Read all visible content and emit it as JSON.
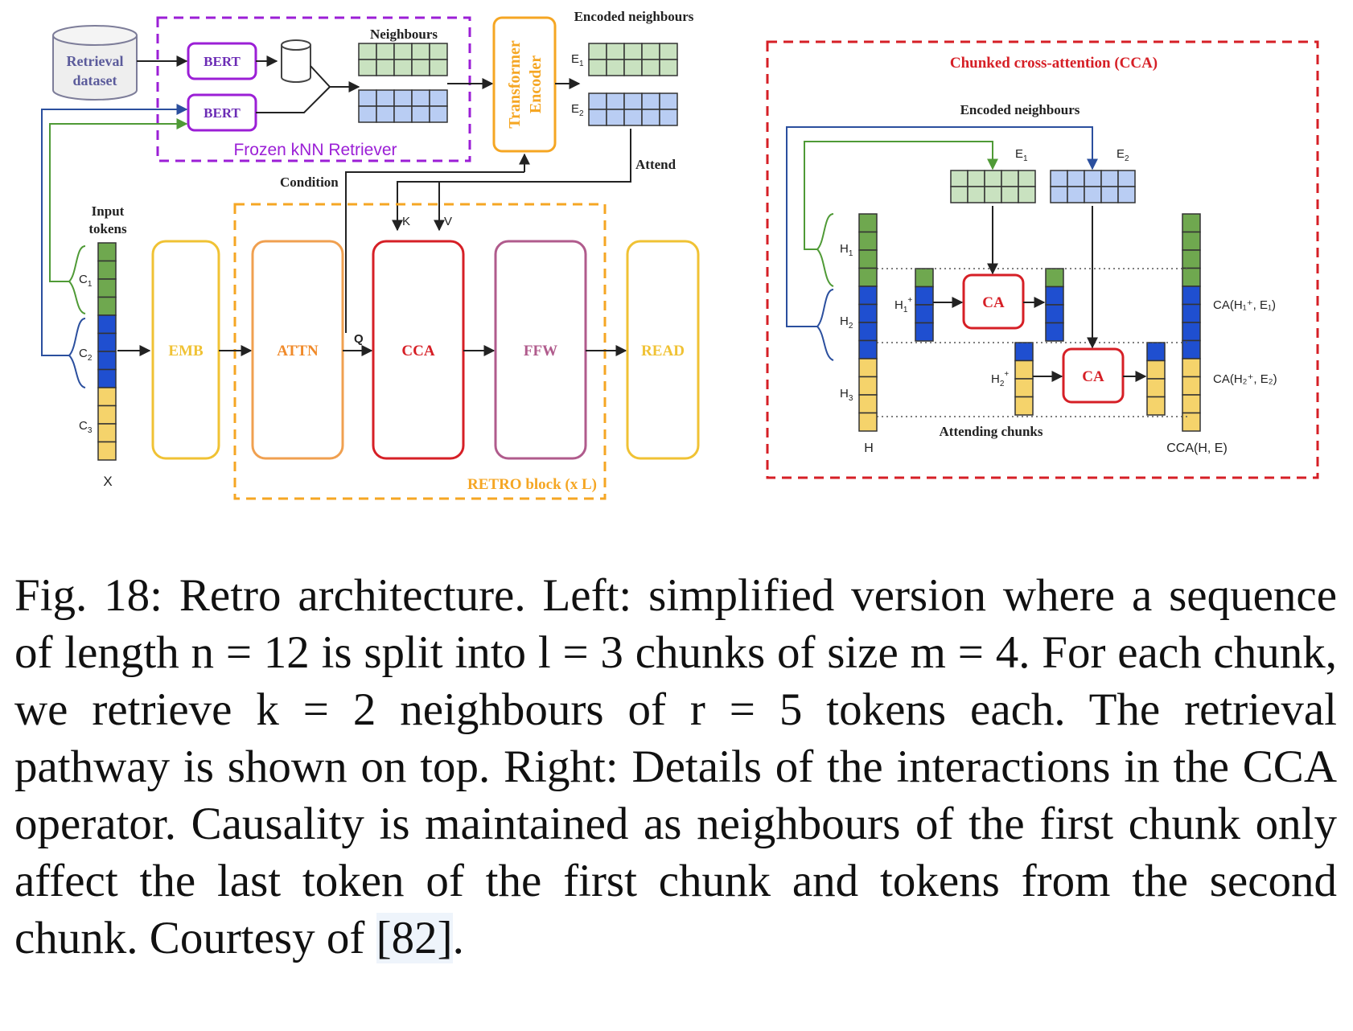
{
  "colors": {
    "green": "#6fa84f",
    "green_light": "#c9e2c0",
    "blue": "#1f4fd0",
    "blue_light": "#b9cdf3",
    "yellow": "#f5d36b",
    "purple": "#9b1fd6",
    "purple_text": "#6b2bb5",
    "orange": "#f5a623",
    "orange_text": "#e8901a",
    "red": "#d61f26",
    "yellow_box": "#f0c234",
    "mauve": "#b05b8c"
  },
  "left": {
    "retrieval_dataset": [
      "Retrieval",
      "dataset"
    ],
    "bert_top": "BERT",
    "bert_bottom": "BERT",
    "frozen_knn": "Frozen kNN Retriever",
    "neighbours": "Neighbours",
    "transformer_encoder": [
      "Transformer",
      "Encoder"
    ],
    "encoded_neighbours": "Encoded neighbours",
    "e1": "E",
    "e1_sub": "1",
    "e2": "E",
    "e2_sub": "2",
    "attend": "Attend",
    "condition": "Condition",
    "input_tokens": [
      "Input",
      "tokens"
    ],
    "c1": "C",
    "c1_sub": "1",
    "c2": "C",
    "c2_sub": "2",
    "c3": "C",
    "c3_sub": "3",
    "x": "X",
    "k": "K",
    "v": "V",
    "q": "Q",
    "emb": "EMB",
    "attn": "ATTN",
    "cca": "CCA",
    "ffw": "FFW",
    "read": "READ",
    "retro_block": "RETRO block (x L)"
  },
  "right": {
    "title": "Chunked cross-attention (CCA)",
    "encoded_neighbours": "Encoded neighbours",
    "e1": "E",
    "e1_sub": "1",
    "e2": "E",
    "e2_sub": "2",
    "h1": "H",
    "h1_sub": "1",
    "h2": "H",
    "h2_sub": "2",
    "h3": "H",
    "h3_sub": "3",
    "h": "H",
    "h1_plus": "H",
    "h1_plus_sub": "1",
    "h1_plus_sup": "+",
    "h2_plus": "H",
    "h2_plus_sub": "2",
    "h2_plus_sup": "+",
    "ca1": "CA",
    "ca2": "CA",
    "out1": "CA(H₁⁺, E₁)",
    "out2": "CA(H₂⁺, E₂)",
    "attending_chunks": "Attending chunks",
    "cca_out": "CCA(H, E)"
  },
  "caption": {
    "main": "Fig. 18: Retro architecture. Left: simplified version where a sequence of length n = 12 is split into l = 3 chunks of size m = 4. For each chunk, we retrieve k = 2 neighbours of r = 5 tokens each. The retrieval pathway is shown on top. Right: Details of the interactions in the CCA operator. Causality is maintained as neighbours of the first chunk only affect the last token of the first chunk and tokens from the second chunk. Courtesy of ",
    "ref": "[82]",
    "end": "."
  }
}
